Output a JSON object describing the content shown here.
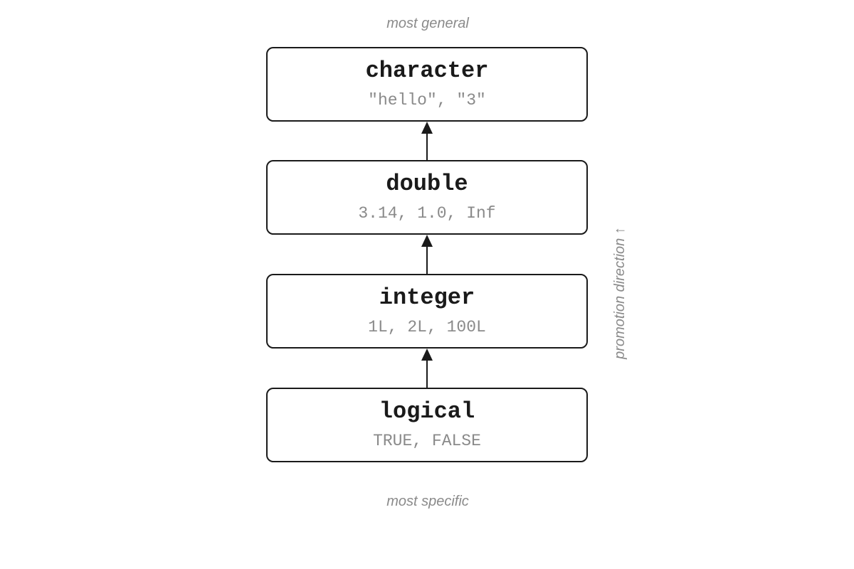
{
  "diagram": {
    "top_label": "most general",
    "bottom_label": "most specific",
    "side_label": "promotion direction ↑",
    "boxes": [
      {
        "title": "character",
        "examples": "\"hello\", \"3\""
      },
      {
        "title": "double",
        "examples": "3.14, 1.0, Inf"
      },
      {
        "title": "integer",
        "examples": "1L, 2L, 100L"
      },
      {
        "title": "logical",
        "examples": "TRUE, FALSE"
      }
    ],
    "colors": {
      "box_border": "#1a1a1a",
      "title_text": "#1a1a1a",
      "example_text": "#8a8a8a",
      "label_text": "#8a8a8a",
      "background": "#ffffff"
    }
  }
}
